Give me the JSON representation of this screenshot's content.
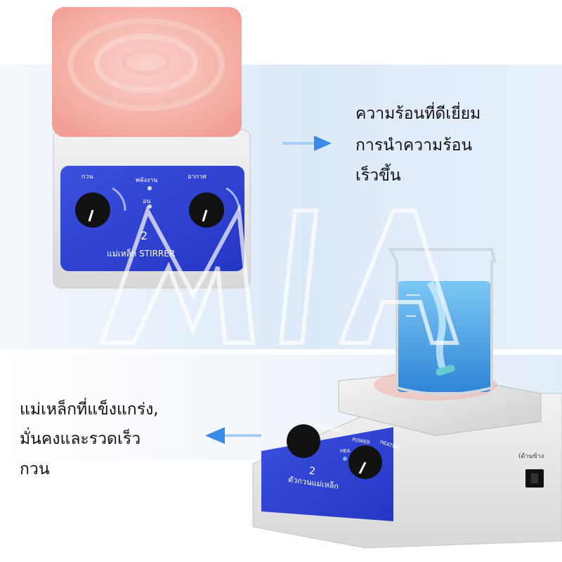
{
  "feature_top": {
    "line1": "ความร้อนที่ดีเยี่ยม",
    "line2": "การนำความร้อน",
    "line3": "เร็วขึ้น"
  },
  "feature_bottom": {
    "line1": "แม่เหล็กที่แข็งแกร่ง,",
    "line2": "มั่นคงและรวดเร็ว",
    "line3": "กวน"
  },
  "device_top": {
    "label_stir": "กวน",
    "label_power": "พลังงาน",
    "label_heat": "อากาศ",
    "label_led": "อน",
    "model_number": "2",
    "model_name": "แม่เหล็ก STIRRER"
  },
  "device_bottom": {
    "label_stirring": "STIRRING",
    "label_power": "POWER",
    "label_heat": "HEA",
    "label_heating": "HEATING",
    "model_number": "2",
    "model_name": "ตัวกวนแม่เหล็ก",
    "switch_label": "(ด้านข้าง"
  },
  "watermark": "MIA",
  "colors": {
    "panel_blue": "#2f45d8",
    "arrow_blue": "#3a8be6",
    "hotplate_pink": "#f7b2a8",
    "liquid_blue": "#4aa6e8"
  }
}
